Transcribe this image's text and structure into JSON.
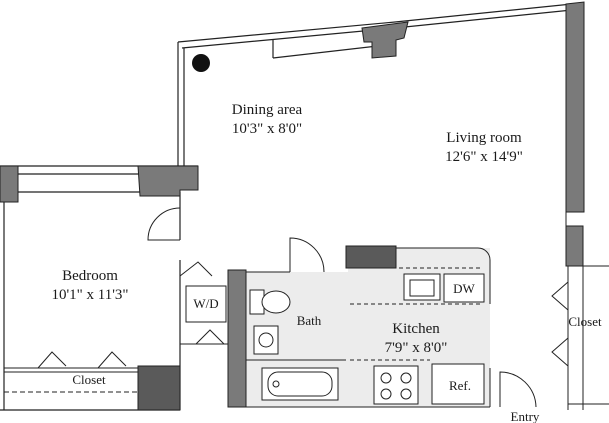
{
  "rooms": {
    "dining": {
      "name": "Dining area",
      "size": "10'3\" x 8'0\""
    },
    "living": {
      "name": "Living room",
      "size": "12'6\" x 14'9\""
    },
    "bedroom": {
      "name": "Bedroom",
      "size": "10'1\" x 11'3\""
    },
    "kitchen": {
      "name": "Kitchen",
      "size": "7'9\" x 8'0\""
    },
    "bath": {
      "name": "Bath"
    }
  },
  "fixtures": {
    "washer_dryer": "W/D",
    "dishwasher": "DW",
    "refrigerator": "Ref.",
    "bedroom_closet": "Closet",
    "entry_closet": "Closet"
  },
  "entry": "Entry",
  "colors": {
    "wall": "#7a7a7a",
    "column": "#5a5a5a",
    "floor_tile": "#ececec",
    "line": "#222222"
  }
}
